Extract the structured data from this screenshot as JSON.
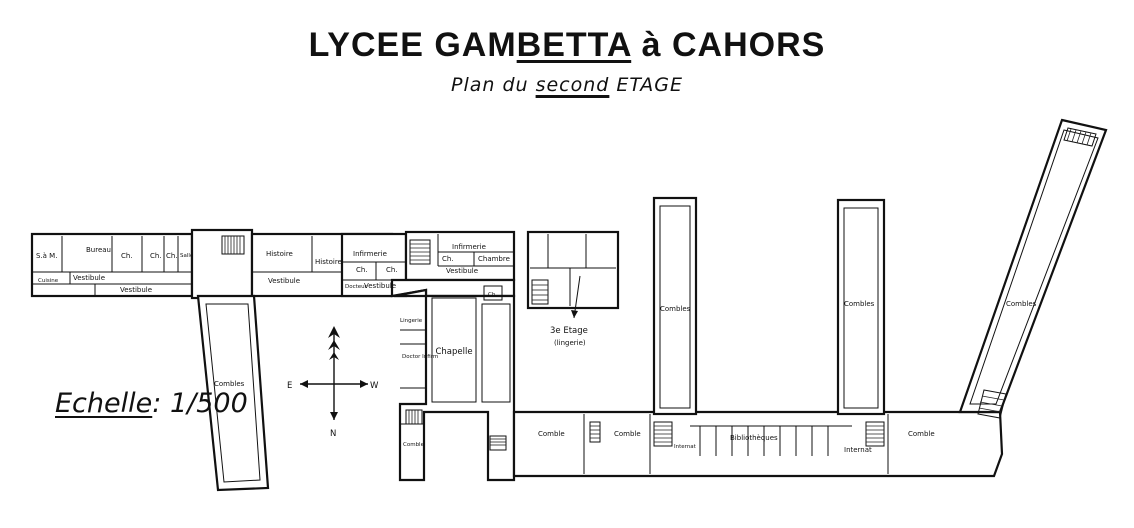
{
  "title": {
    "part1": "LYCEE GAM",
    "part2": "BETTA",
    "part3": " à CAHORS"
  },
  "subtitle": {
    "part1": "Plan du ",
    "part2": "second",
    "part3": " ETAGE"
  },
  "scale": {
    "label": "Echelle",
    "sep": ":",
    "value": "1/500"
  },
  "compass": {
    "east": "E",
    "west": "W",
    "north": "N"
  },
  "rooms": {
    "sam": "S.à M.",
    "bureau": "Bureau",
    "cuisine": "Cuisine",
    "vestibule1": "Vestibule",
    "vestibule2": "Vestibule",
    "ch1": "Ch.",
    "ch2": "Ch.",
    "ch3": "Ch.",
    "salle": "Salle",
    "histoire1": "Histoire",
    "histoire2": "Histoire",
    "vestibule3": "Vestibule",
    "infirmerie1": "Infirmerie",
    "ch4": "Ch.",
    "ch5": "Ch.",
    "docteur": "Docteur",
    "vestibule4": "Vestibule",
    "infirmerie2": "Infirmerie",
    "ch6": "Ch.",
    "chambre": "Chambre",
    "vestibule5": "Vestibule",
    "ch7": "Ch.",
    "lingerie_top": "Lingerie",
    "doctor_infirm": "Doctor Infirm",
    "chapelle": "Chapelle",
    "etage3": "3e Etage",
    "etage3_sub": "(lingerie)",
    "combles_left": "Combles",
    "combles_mid1": "Combles",
    "combles_mid2": "Combles",
    "combles_right": "Combles",
    "comble_small": "Comble",
    "comble_b1": "Comble",
    "comble_b2": "Comble",
    "comble_b3": "Comble",
    "bibliotheques": "Bibliothèques",
    "internat_a": "Internat",
    "internat_b": "Internat"
  }
}
